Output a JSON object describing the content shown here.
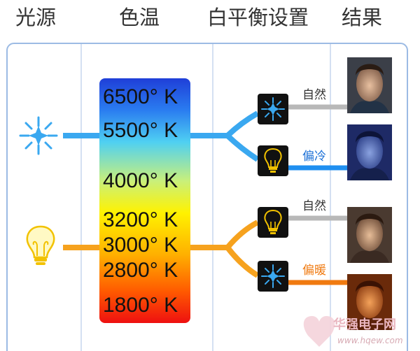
{
  "headers": {
    "light_source": "光源",
    "color_temp": "色温",
    "wb_setting": "白平衡设置",
    "result": "结果"
  },
  "temperatures": [
    {
      "label": "6500° K"
    },
    {
      "label": "5500° K"
    },
    {
      "label": "4000° K"
    },
    {
      "label": "3200° K"
    },
    {
      "label": "3000° K"
    },
    {
      "label": "2800° K"
    },
    {
      "label": "1800° K"
    }
  ],
  "branches": {
    "daylight_natural": "自然",
    "daylight_cool": "偏冷",
    "tungsten_natural": "自然",
    "tungsten_warm": "偏暖"
  },
  "icons": {
    "daylight_source": "sun-icon",
    "tungsten_source": "lightbulb-icon",
    "wb_daylight": "sun-icon",
    "wb_tungsten": "lightbulb-icon"
  },
  "colors": {
    "daylight_line": "#3aa8f0",
    "tungsten_line": "#f6a21e",
    "neutral_line": "#b8b8b8",
    "cool_label": "#1a6fd6",
    "warm_label": "#f07a10",
    "frame": "#9cbbe4"
  },
  "watermark": {
    "text": "华强电子网",
    "url": "www.hqew.com"
  }
}
